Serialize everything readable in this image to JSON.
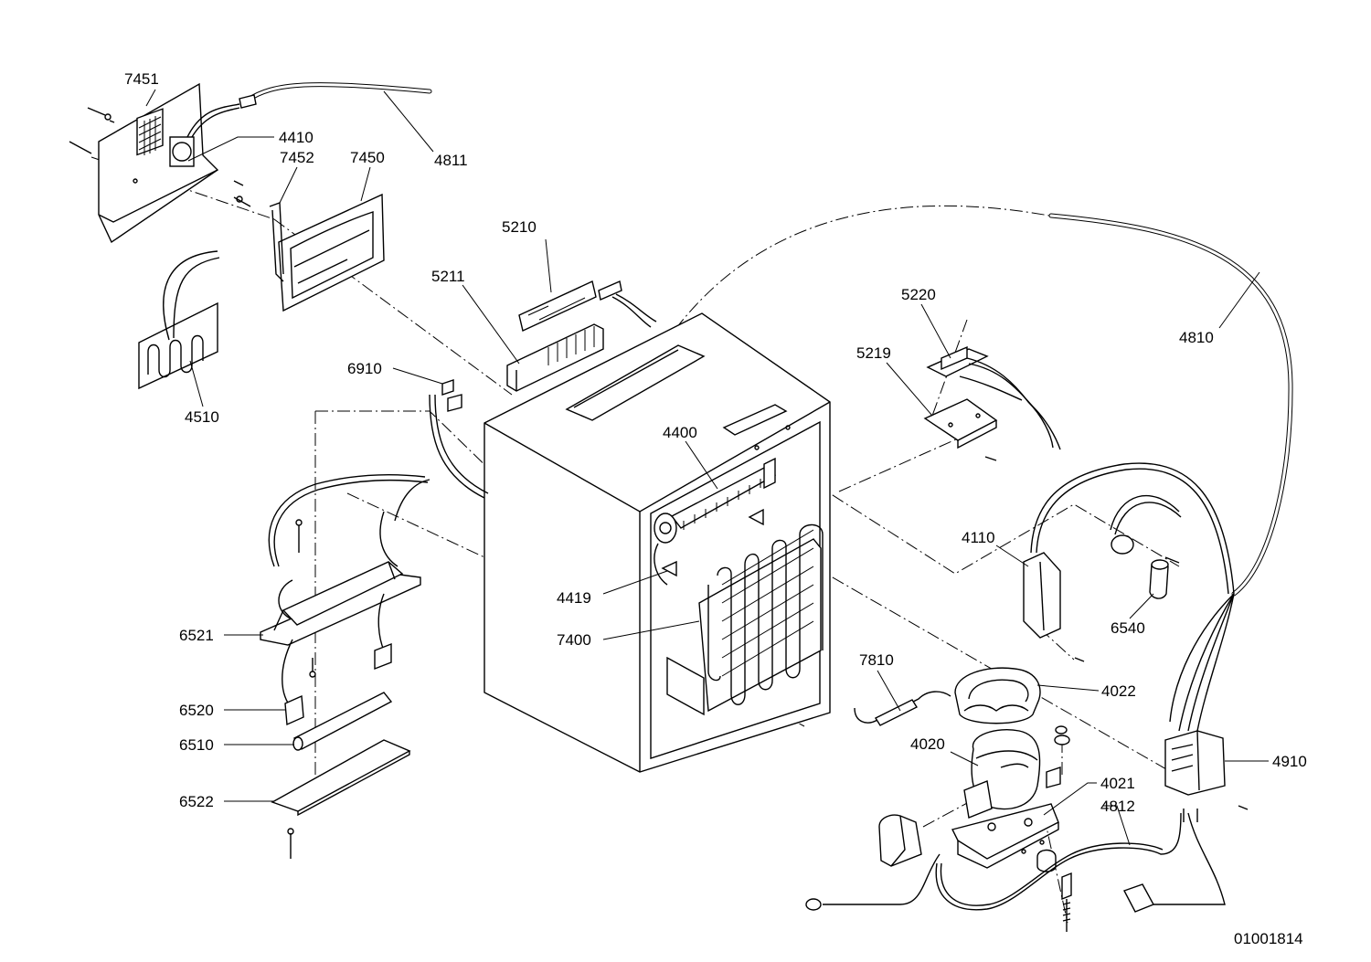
{
  "diagram": {
    "drawing_number": "01001814",
    "callouts": [
      {
        "id": "7451",
        "text": "7451"
      },
      {
        "id": "4410",
        "text": "4410"
      },
      {
        "id": "7452",
        "text": "7452"
      },
      {
        "id": "7450",
        "text": "7450"
      },
      {
        "id": "4811",
        "text": "4811"
      },
      {
        "id": "4510",
        "text": "4510"
      },
      {
        "id": "5210",
        "text": "5210"
      },
      {
        "id": "5211",
        "text": "5211"
      },
      {
        "id": "6910",
        "text": "6910"
      },
      {
        "id": "5220",
        "text": "5220"
      },
      {
        "id": "5219",
        "text": "5219"
      },
      {
        "id": "4810",
        "text": "4810"
      },
      {
        "id": "4400",
        "text": "4400"
      },
      {
        "id": "4110",
        "text": "4110"
      },
      {
        "id": "6540",
        "text": "6540"
      },
      {
        "id": "4419",
        "text": "4419"
      },
      {
        "id": "7400",
        "text": "7400"
      },
      {
        "id": "6521",
        "text": "6521"
      },
      {
        "id": "6520",
        "text": "6520"
      },
      {
        "id": "6510",
        "text": "6510"
      },
      {
        "id": "6522",
        "text": "6522"
      },
      {
        "id": "7810",
        "text": "7810"
      },
      {
        "id": "4022",
        "text": "4022"
      },
      {
        "id": "4020",
        "text": "4020"
      },
      {
        "id": "4021",
        "text": "4021"
      },
      {
        "id": "4812",
        "text": "4812"
      },
      {
        "id": "4910",
        "text": "4910"
      }
    ]
  }
}
